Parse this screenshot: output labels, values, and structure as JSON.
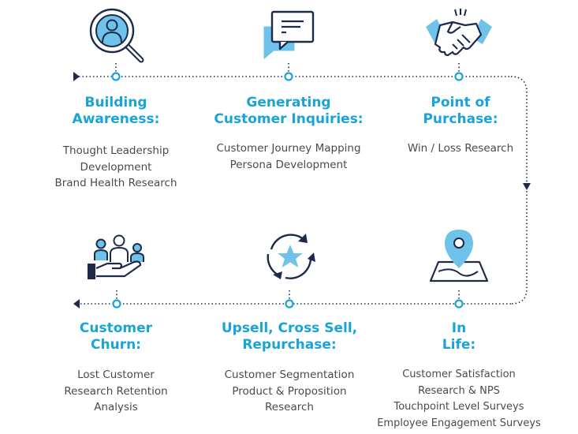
{
  "stages": [
    {
      "id": "building-awareness",
      "title_lines": [
        "Building",
        "Awareness:"
      ],
      "items": [
        "Thought Leadership",
        "Development",
        "Brand Health Research"
      ]
    },
    {
      "id": "generating-customer-inquiries",
      "title_lines": [
        "Generating",
        "Customer Inquiries:"
      ],
      "items": [
        "Customer Journey Mapping",
        "Persona Development"
      ]
    },
    {
      "id": "point-of-purchase",
      "title_lines": [
        "Point of",
        "Purchase:"
      ],
      "items": [
        "Win / Loss Research"
      ]
    },
    {
      "id": "in-life",
      "title_lines": [
        "In",
        "Life:"
      ],
      "items": [
        "Customer Satisfaction",
        "Research & NPS",
        "Touchpoint Level Surveys",
        "Employee Engagement Surveys"
      ]
    },
    {
      "id": "upsell-cross-sell-repurchase",
      "title_lines": [
        "Upsell, Cross Sell,",
        "Repurchase:"
      ],
      "items": [
        "Customer Segmentation",
        "Product & Proposition",
        "Research"
      ]
    },
    {
      "id": "customer-churn",
      "title_lines": [
        "Customer",
        "Churn:"
      ],
      "items": [
        "Lost Customer",
        "Research Retention",
        "Analysis"
      ]
    }
  ],
  "icons": {
    "building-awareness": "magnifier-person-icon",
    "generating-customer-inquiries": "chat-bubble-icon",
    "point-of-purchase": "handshake-icon",
    "in-life": "map-pin-icon",
    "upsell-cross-sell-repurchase": "star-cycle-icon",
    "customer-churn": "people-hand-icon"
  },
  "colors": {
    "accent": "#1aa3d8",
    "navy": "#1e2a4a",
    "light_blue": "#6fc3ea",
    "text": "#4a4a4a"
  }
}
